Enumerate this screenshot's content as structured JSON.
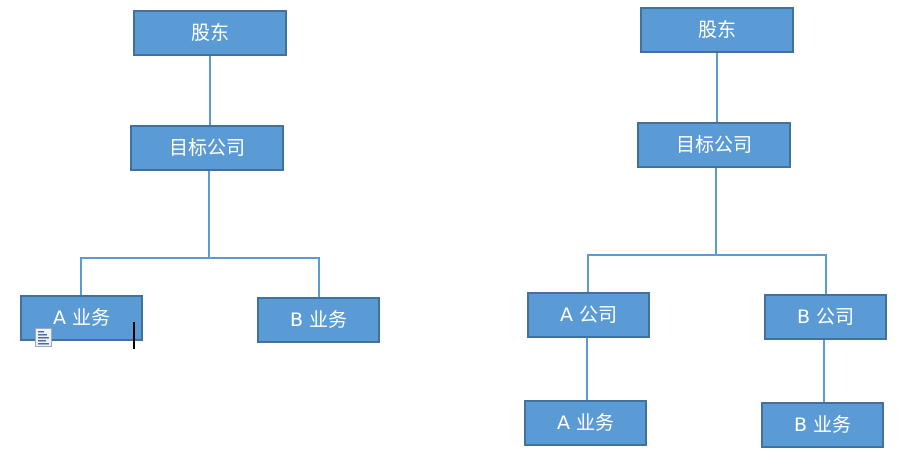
{
  "colors": {
    "node_fill": "#5b9bd5",
    "node_border": "#41719c",
    "node_text": "#ffffff",
    "connector": "#5b9bd5",
    "background": "#ffffff"
  },
  "left_diagram": {
    "shareholder": "股东",
    "target_company": "目标公司",
    "a_business": "A 业务",
    "b_business": "B 业务"
  },
  "right_diagram": {
    "shareholder": "股东",
    "target_company": "目标公司",
    "a_company": "A 公司",
    "b_company": "B 公司",
    "a_business": "A 业务",
    "b_business": "B 业务"
  },
  "icons": {
    "paste_options": "paste-options-icon",
    "text_cursor": "text-cursor-icon"
  }
}
